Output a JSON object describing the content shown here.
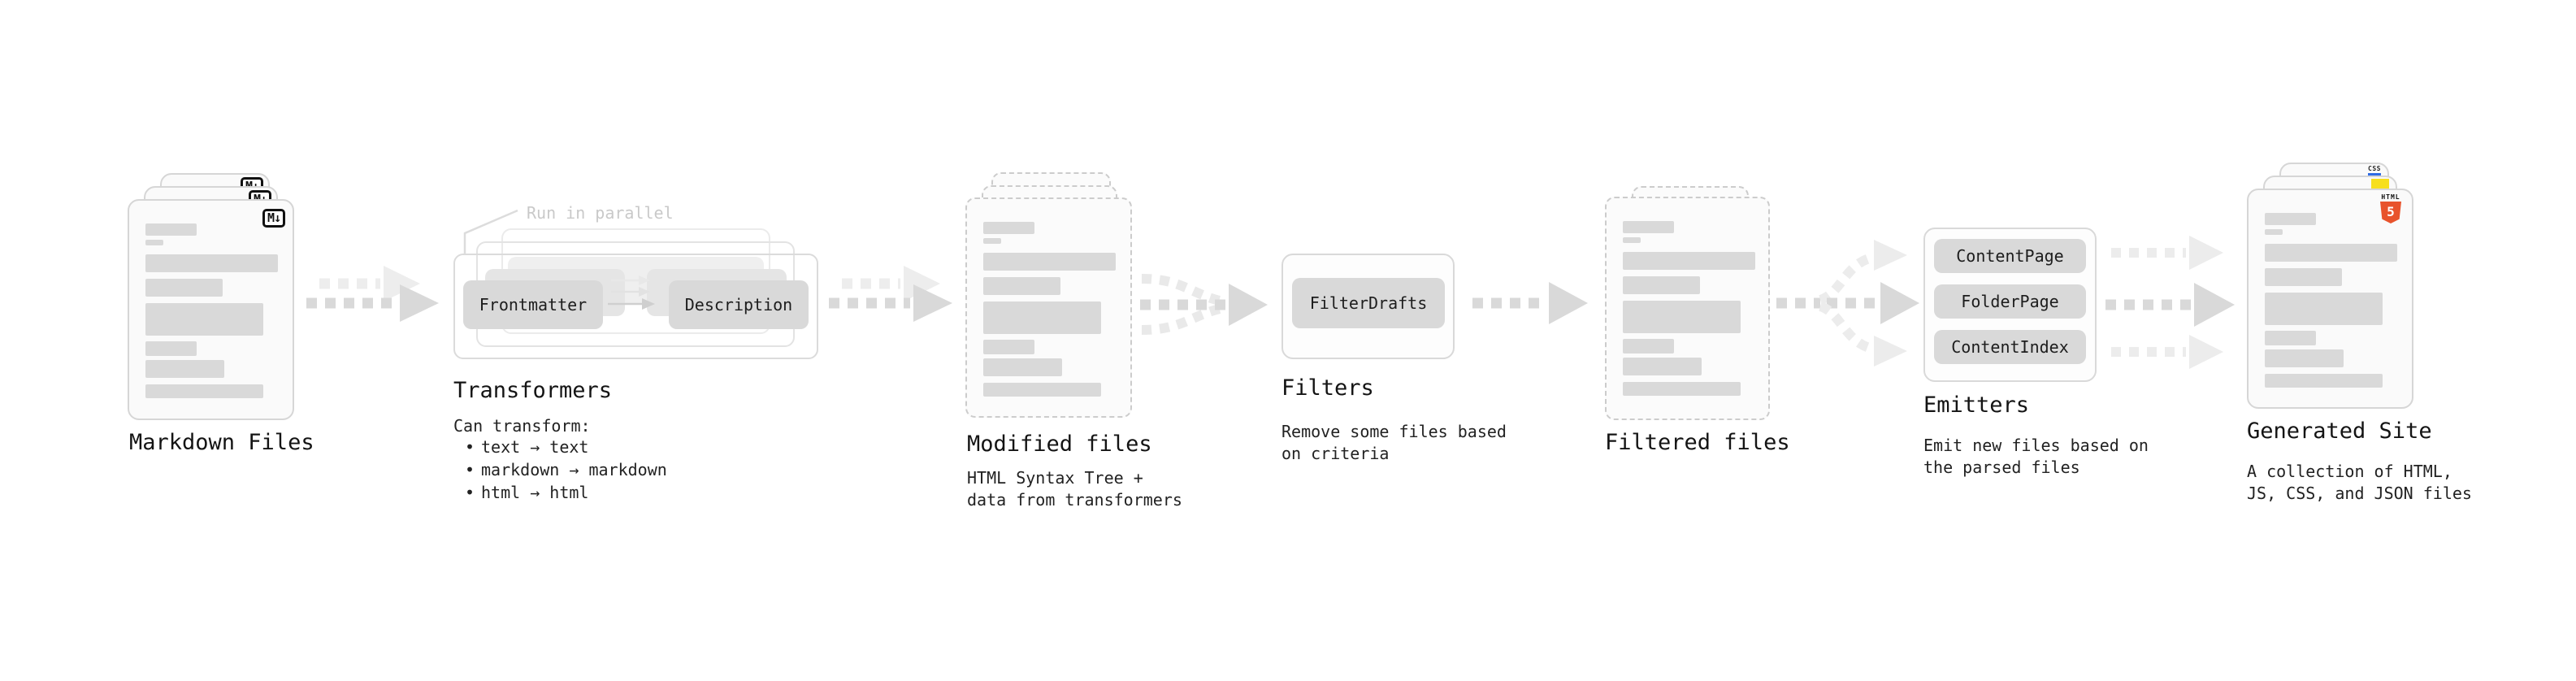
{
  "stages": {
    "markdown": {
      "title": "Markdown Files"
    },
    "transformers": {
      "title": "Transformers",
      "note": "Run in parallel",
      "pill_from": "Frontmatter",
      "pill_to": "Description",
      "subtitle": "Can transform:",
      "bullets": [
        "text → text",
        "markdown → markdown",
        "html → html"
      ]
    },
    "modified": {
      "title": "Modified files",
      "desc": [
        "HTML Syntax Tree +",
        "data from transformers"
      ]
    },
    "filters": {
      "title": "Filters",
      "pill": "FilterDrafts",
      "desc": [
        "Remove some files based",
        "on criteria"
      ]
    },
    "filtered": {
      "title": "Filtered files"
    },
    "emitters": {
      "title": "Emitters",
      "pills": [
        "ContentPage",
        "FolderPage",
        "ContentIndex"
      ],
      "desc": [
        "Emit new files based on",
        "the parsed files"
      ]
    },
    "generated": {
      "title": "Generated Site",
      "desc": [
        "A collection of HTML,",
        "JS, CSS, and JSON files"
      ]
    }
  },
  "icons": {
    "markdown": {
      "name": "markdown-icon",
      "glyph": "M↓"
    },
    "css": {
      "name": "css-icon",
      "label": "CSS"
    },
    "js": {
      "name": "js-icon"
    },
    "html5": {
      "name": "html5-icon",
      "label": "HTML",
      "glyph": "5"
    }
  },
  "colors": {
    "background": "#ffffff",
    "card_bg": "#fafafa",
    "card_border": "#d6d6d6",
    "dashed_border": "#cccccc",
    "skeleton": "#d9d9d9",
    "pill_bg": "#d9d9d9",
    "arrow": "#d9d9d9",
    "arrow_light": "#ededed",
    "title_text": "#141414",
    "muted_text": "#c9c9c9",
    "html5_orange": "#e8532c",
    "css_blue": "#2f6be4",
    "js_yellow": "#f7df1e"
  }
}
